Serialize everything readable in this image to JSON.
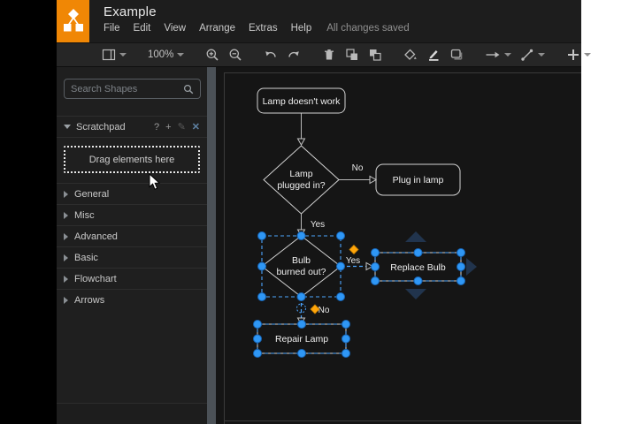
{
  "header": {
    "title": "Example",
    "menu_items": [
      "File",
      "Edit",
      "View",
      "Arrange",
      "Extras",
      "Help"
    ],
    "status": "All changes saved"
  },
  "toolbar": {
    "zoom_level": "100%"
  },
  "sidebar": {
    "search_placeholder": "Search Shapes",
    "scratchpad": {
      "title": "Scratchpad",
      "help_icon": "?",
      "add_icon": "+",
      "close_icon": "✕",
      "drop_hint": "Drag elements here"
    },
    "sections": [
      "General",
      "Misc",
      "Advanced",
      "Basic",
      "Flowchart",
      "Arrows"
    ]
  },
  "diagram": {
    "nodes": {
      "start": {
        "label": "Lamp doesn't work"
      },
      "plugged_in": {
        "line1": "Lamp",
        "line2": "plugged in?"
      },
      "plug_in_lamp": {
        "label": "Plug in lamp"
      },
      "bulb_burned": {
        "line1": "Bulb",
        "line2": "burned out?"
      },
      "replace_bulb": {
        "label": "Replace Bulb"
      },
      "repair_lamp": {
        "label": "Repair Lamp"
      }
    },
    "edge_labels": {
      "no_to_plug": "No",
      "yes_to_bulb": "Yes",
      "yes_to_replace": "Yes",
      "no_to_repair": "No"
    }
  },
  "colors": {
    "logo_orange": "#F08705",
    "selection_blue": "#4DA6FF",
    "handle_fill": "#2F97F5",
    "handle_stroke": "#1766B8",
    "label_handle_orange": "#FFA50A",
    "shape_stroke": "#D2D2D2",
    "canvas_bg": "#151515"
  }
}
